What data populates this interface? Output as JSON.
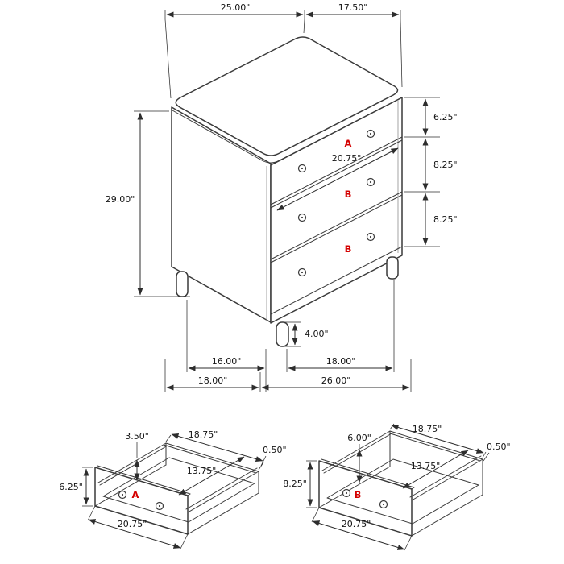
{
  "main_view": {
    "top_width": "25.00\"",
    "top_depth": "17.50\"",
    "overall_height": "29.00\"",
    "drawer_a_height": "6.25\"",
    "drawer_b1_height": "8.25\"",
    "drawer_b2_height": "8.25\"",
    "drawer_front_width": "20.75\"",
    "leg_height": "4.00\"",
    "leg_spacing_depth": "16.00\"",
    "leg_spacing_width": "18.00\"",
    "overall_depth": "18.00\"",
    "overall_width": "26.00\"",
    "label_a": "A",
    "label_b1": "B",
    "label_b2": "B"
  },
  "drawer_a": {
    "label": "A",
    "side_wall_height": "3.50\"",
    "interior_length": "18.75\"",
    "wall_thickness": "0.50\"",
    "front_height": "6.25\"",
    "interior_depth": "13.75\"",
    "front_width": "20.75\""
  },
  "drawer_b": {
    "label": "B",
    "side_wall_height": "6.00\"",
    "interior_length": "18.75\"",
    "wall_thickness": "0.50\"",
    "front_height": "8.25\"",
    "interior_depth": "13.75\"",
    "front_width": "20.75\""
  },
  "colors": {
    "line": "#3a3a3a",
    "dimension": "#2d2d2d",
    "accent_red": "#d40000"
  }
}
